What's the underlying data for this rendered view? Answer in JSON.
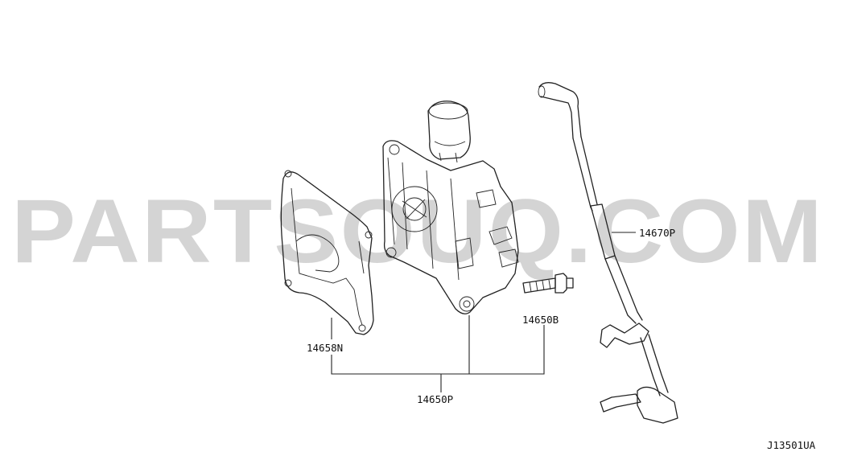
{
  "watermark": {
    "text": "PARTSOUQ.COM",
    "color": "#d4d4d4"
  },
  "labels": {
    "gasket": "14658N",
    "bolt": "14650B",
    "assembly": "14650P",
    "hose": "14670P",
    "diagram_code": "J13501UA"
  },
  "colors": {
    "line": "#222222",
    "background": "#ffffff"
  }
}
